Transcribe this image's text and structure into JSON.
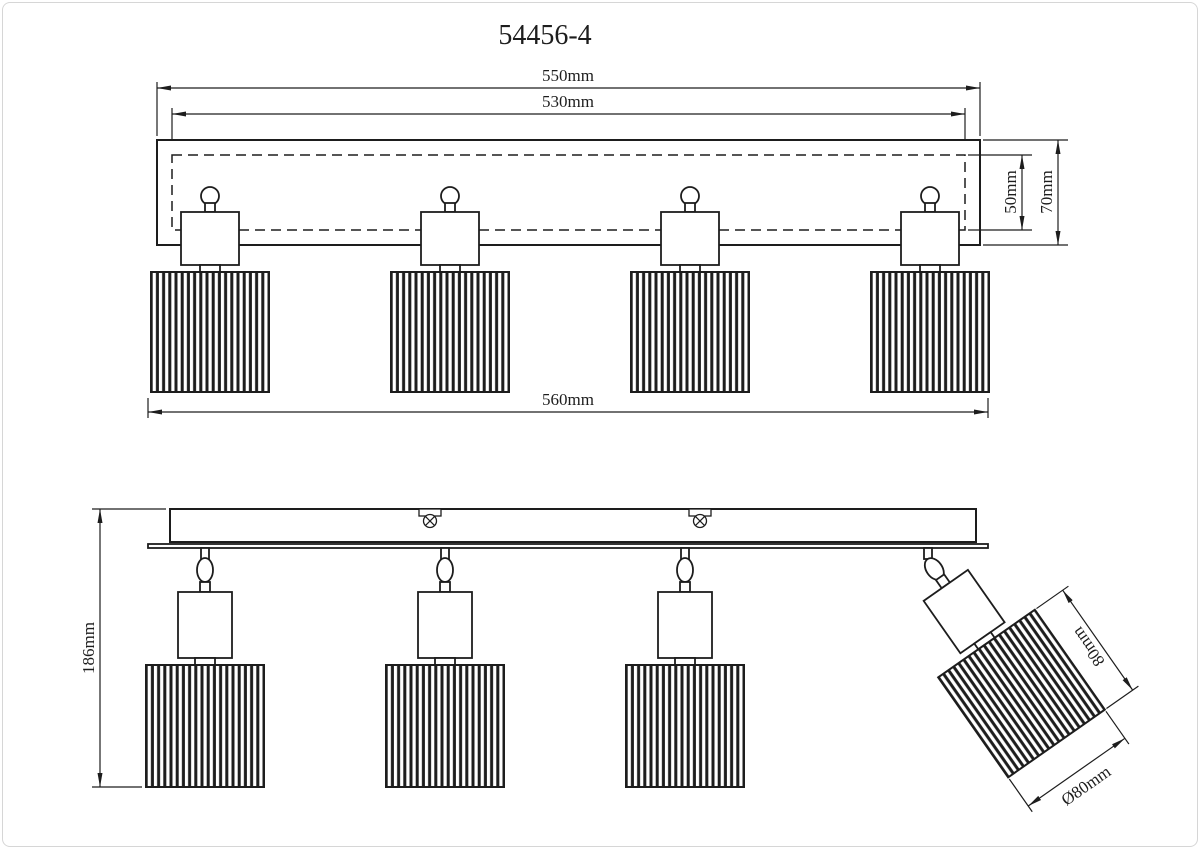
{
  "title": "54456-4",
  "colors": {
    "ink": "#1d1d1d",
    "background": "#ffffff"
  },
  "top_view": {
    "dim_outer_width": "550mm",
    "dim_inner_width": "530mm",
    "dim_plate_inner_height": "50mm",
    "dim_plate_outer_height": "70mm",
    "dim_overall_width": "560mm"
  },
  "side_view": {
    "dim_overall_height": "186mm",
    "dim_shade_length": "80mm",
    "dim_shade_diameter": "Ø80mm"
  }
}
